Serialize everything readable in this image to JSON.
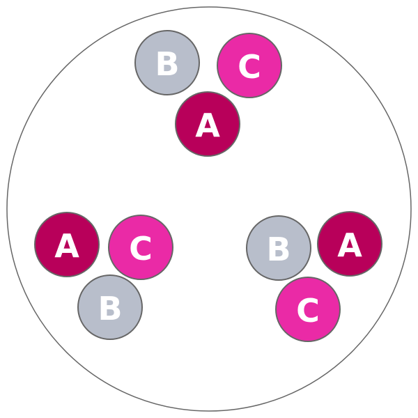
{
  "colors": {
    "A": "#B8005A",
    "B": "#B8BECB",
    "C": "#EA2AA6",
    "stroke": "#666666"
  },
  "clusters": [
    {
      "name": "top",
      "nodes": [
        {
          "label": "B",
          "kind": "B"
        },
        {
          "label": "C",
          "kind": "C"
        },
        {
          "label": "A",
          "kind": "A"
        }
      ]
    },
    {
      "name": "left",
      "nodes": [
        {
          "label": "A",
          "kind": "A"
        },
        {
          "label": "C",
          "kind": "C"
        },
        {
          "label": "B",
          "kind": "B"
        }
      ]
    },
    {
      "name": "right",
      "nodes": [
        {
          "label": "B",
          "kind": "B"
        },
        {
          "label": "A",
          "kind": "A"
        },
        {
          "label": "C",
          "kind": "C"
        }
      ]
    }
  ]
}
